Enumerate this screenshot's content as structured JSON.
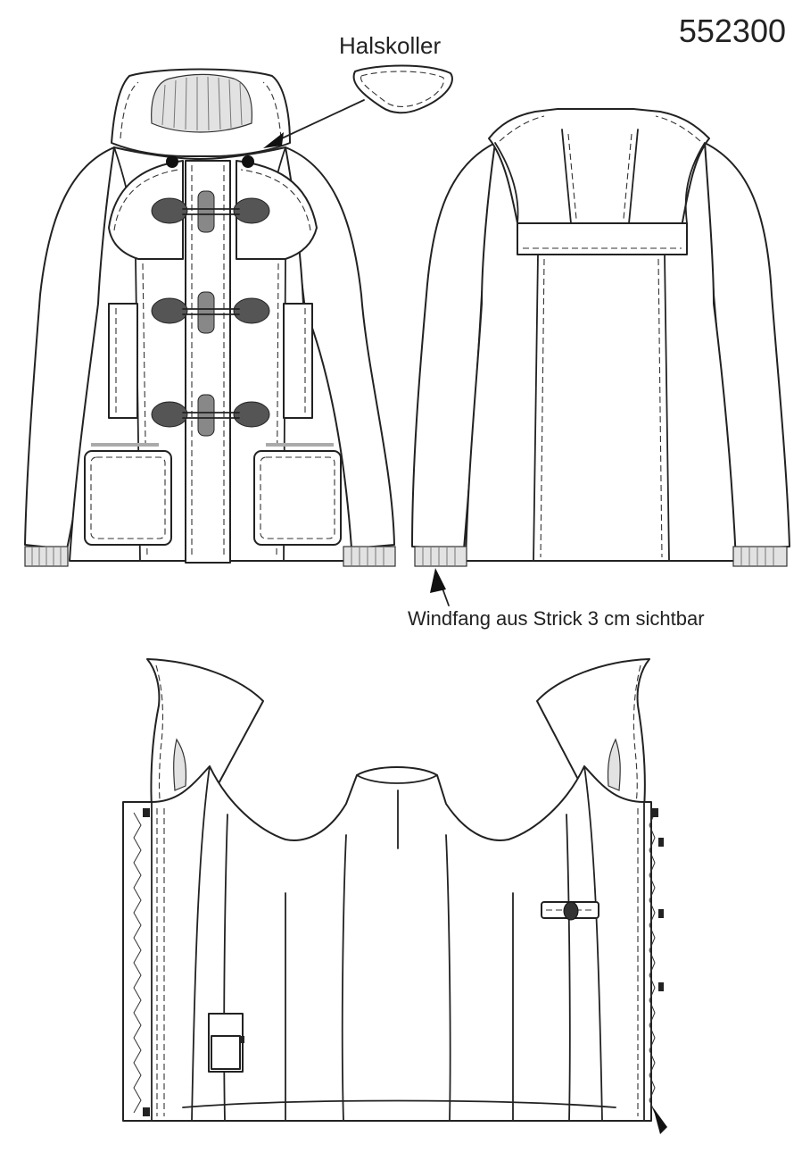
{
  "pattern_number": "552300",
  "labels": {
    "halskoller": "Halskoller",
    "windfang": "Windfang aus Strick 3 cm sichtbar"
  },
  "colors": {
    "line": "#222222",
    "rib_fill": "#e2e2e2",
    "toggle_fill": "#555555",
    "background": "#ffffff"
  }
}
